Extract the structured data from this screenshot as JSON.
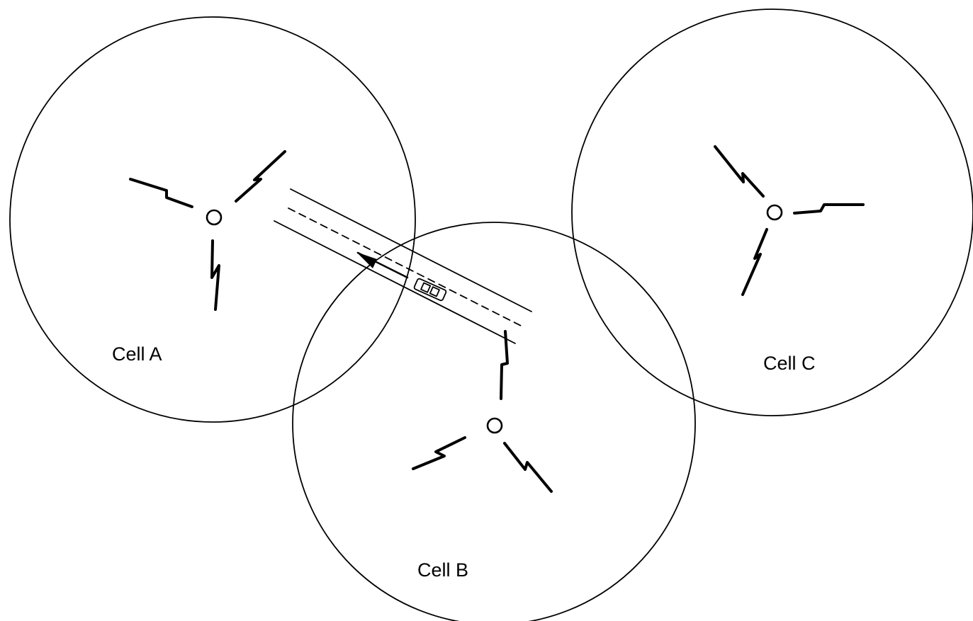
{
  "cells": [
    {
      "id": "A",
      "label": "Cell A"
    },
    {
      "id": "B",
      "label": "Cell B"
    },
    {
      "id": "C",
      "label": "Cell C"
    }
  ],
  "colors": {
    "stroke": "#000000",
    "background": "#ffffff"
  },
  "icons": [
    "base-station-icon",
    "antenna-beam-icon",
    "car-icon",
    "direction-arrow-icon"
  ]
}
